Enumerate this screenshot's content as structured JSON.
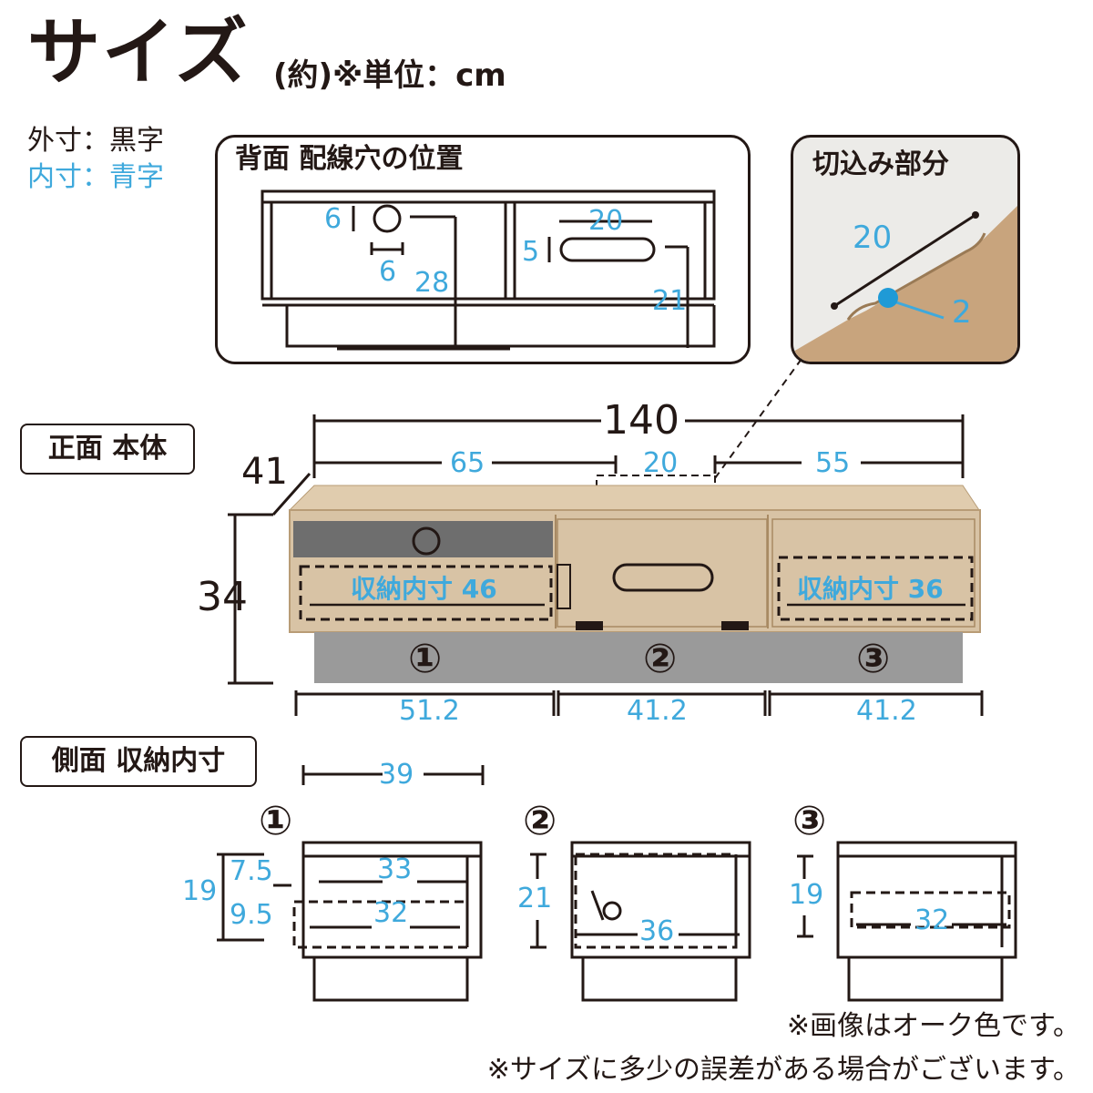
{
  "header": {
    "title": "サイズ",
    "subtitle": "(約)※単位：cm"
  },
  "legend": {
    "outer": "外寸：黒字",
    "inner": "内寸：青字"
  },
  "back": {
    "title": "背面 配線穴の位置",
    "d_hole_h": "6",
    "d_hole_w": "6",
    "d_28": "28",
    "d_slot_w": "20",
    "d_slot_h": "5",
    "d_21": "21"
  },
  "cutout": {
    "title": "切込み部分",
    "d_len": "20",
    "d_2": "2"
  },
  "front": {
    "label": "正面 本体",
    "total_w": "140",
    "depth": "41",
    "height": "34",
    "seg_65": "65",
    "seg_20": "20",
    "seg_55": "55",
    "storage_1": "収納内寸 46",
    "storage_3": "収納内寸 36",
    "circ_1": "①",
    "circ_2": "②",
    "circ_3": "③",
    "w_1": "51.2",
    "w_2": "41.2",
    "w_3": "41.2"
  },
  "side": {
    "label": "側面 収納内寸",
    "c1": "①",
    "c2": "②",
    "c3": "③",
    "d_39": "39",
    "d_19a": "19",
    "d_7_5": "7.5",
    "d_9_5": "9.5",
    "d_33": "33",
    "d_32a": "32",
    "d_21": "21",
    "d_36": "36",
    "d_19b": "19",
    "d_32b": "32"
  },
  "notes": {
    "n1": "※画像はオーク色です。",
    "n2": "※サイズに多少の誤差がある場合がございます。"
  },
  "colors": {
    "ink": "#231815",
    "blue": "#3fa9dc",
    "oak": "#d8c3a5",
    "oak_dark": "#c9ae88",
    "gray": "#8a8a8a"
  }
}
